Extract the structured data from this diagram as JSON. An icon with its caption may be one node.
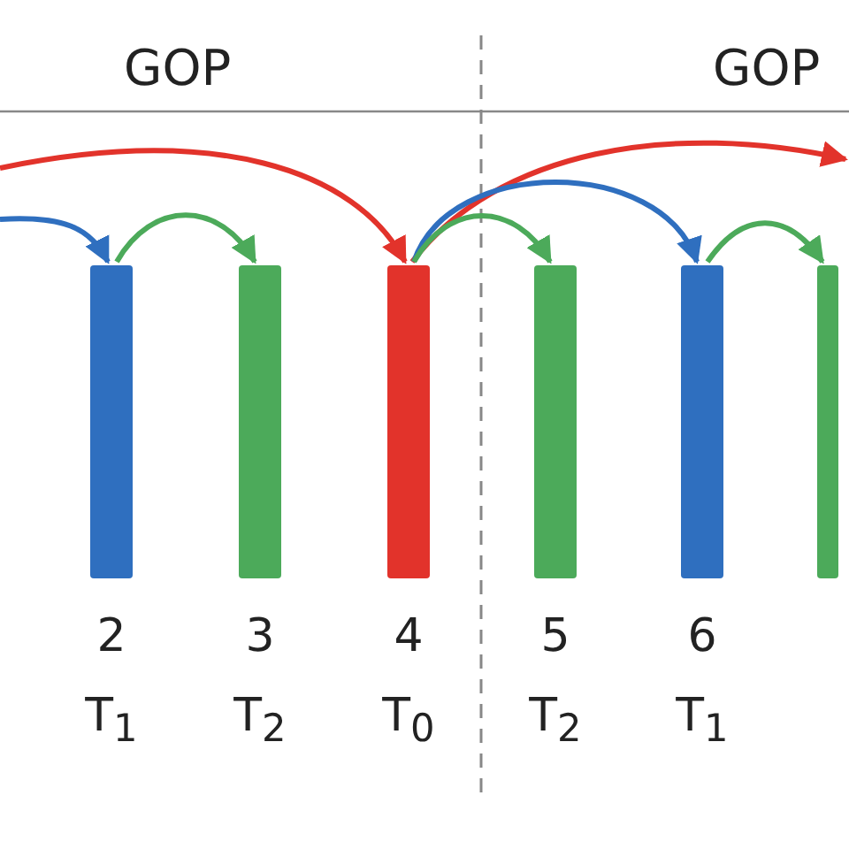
{
  "diagram": {
    "nodes": [
      {
        "text": [],
        "shape": "bar",
        "beside": [
          "2",
          "T$_{1}$"
        ]
      },
      {
        "text": [],
        "shape": "bar",
        "beside": [
          "3",
          "T$_{2}$"
        ]
      },
      {
        "text": [],
        "shape": "bar",
        "beside": [
          "4",
          "T$_{0}$"
        ]
      },
      {
        "text": [],
        "shape": "bar",
        "beside": [
          "5",
          "T$_{2}$"
        ]
      },
      {
        "text": [],
        "shape": "bar",
        "beside": [
          "6",
          "T$_{1}$"
        ]
      },
      {
        "text": [],
        "shape": "bar"
      }
    ],
    "edges": [
      {
        "from": null,
        "to": 2,
        "arrow": "to",
        "color": "#e2332b"
      },
      {
        "from": null,
        "to": 0,
        "arrow": "to",
        "color": "#2f6fbf"
      },
      {
        "from": 0,
        "to": 1,
        "arrow": "to",
        "color": "#4caa5a"
      },
      {
        "from": 2,
        "to": null,
        "arrow": "to",
        "color": "#e2332b"
      },
      {
        "from": 2,
        "to": 4,
        "arrow": "to",
        "color": "#2f6fbf"
      },
      {
        "from": 2,
        "to": 3,
        "arrow": "to",
        "color": "#4caa5a"
      },
      {
        "from": 4,
        "to": 5,
        "arrow": "to",
        "color": "#4caa5a"
      }
    ],
    "labels": [
      "GOP",
      "GOP"
    ]
  }
}
